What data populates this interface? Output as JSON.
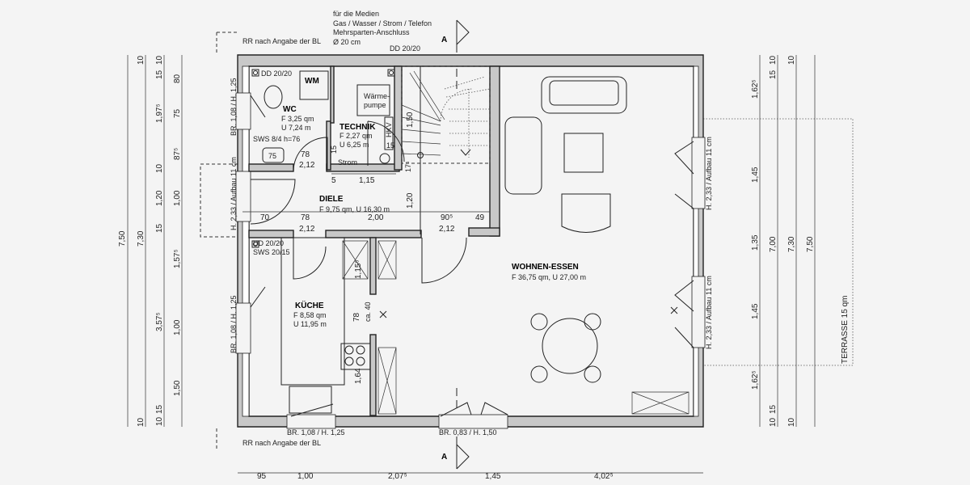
{
  "colors": {
    "paper": "#f4f4f4",
    "line": "#222222",
    "wall_fill": "#c8c8c8"
  },
  "labels": {
    "media_1": "für die Medien",
    "media_2": "Gas / Wasser / Strom / Telefon",
    "media_3": "Mehrsparten-Anschluss",
    "media_4": "Ø 20 cm",
    "rr_top": "RR nach Angabe der BL",
    "rr_bottom": "RR nach Angabe der BL",
    "dd_top": "DD 20/20",
    "dd_wc": "DD 20/20",
    "dd_kitchen": "DD 20/20",
    "sws_kitchen": "SWS 20/15",
    "wm": "WM",
    "wc_name": "WC",
    "wc_area": "F 3,25 qm",
    "wc_perim": "U 7,24 m",
    "sws_wc": "SWS 8/4 h=76",
    "basin": "75",
    "hp1": "Wärme-",
    "hp2": "pumpe",
    "tech_name": "TECHNIK",
    "tech_area": "F 2,27 qm",
    "tech_perim": "U 6,25 m",
    "hkv": "HKV",
    "hkv_15": "15",
    "strom": "Strom",
    "diele_name": "DIELE",
    "diele_info": "F 9,75 qm, U 16,30 m",
    "kitchen_name": "KÜCHE",
    "kitchen_area": "F 8,58 qm",
    "kitchen_perim": "U 11,95 m",
    "living_name": "WOHNEN-ESSEN",
    "living_info": "F 36,75 qm, U 27,00 m",
    "section_top": "A",
    "section_bottom": "A",
    "win_bottom_left": "BR. 1,08 / H. 1,25",
    "win_bottom_mid": "BR. 0,83 / H. 1,50",
    "win_left_top": "BR. 1,08 / H. 1,25",
    "win_left_bottom": "BR. 1,08 / H. 1,25",
    "door_entrance": "H. 2,33 / Aufbau 11 cm",
    "door_right_top": "H. 2,33 / Aufbau 11 cm",
    "door_right_bottom": "H. 2,33 / Aufbau 11 cm",
    "terrace": "TERRASSE 15 qm"
  },
  "dimensions": {
    "b1": "95",
    "b2": "1,00",
    "b3": "2,07⁵",
    "b4": "1,45",
    "b5": "4,02⁵",
    "l750": "7,50",
    "l730": "7,30",
    "l10a": "10",
    "l10b": "10",
    "c3_10a": "10",
    "c3_15a": "15",
    "c3_197": "1,97⁵",
    "c3_10b": "10",
    "c3_120": "1,20",
    "c3_15b": "15",
    "c3_357": "3,57⁵",
    "c3_15c": "15",
    "c3_10c": "10",
    "c4_80": "80",
    "c4_75": "75",
    "c4_875": "87⁵",
    "c4_100a": "1,00",
    "c4_157": "1,57⁵",
    "c4_100b": "1,00",
    "c4_150": "1,50",
    "r_162a": "1,62⁵",
    "r_145a": "1,45",
    "r_135": "1,35",
    "r_145b": "1,45",
    "r_162b": "1,62⁵",
    "r_15a": "15",
    "r_10a": "10",
    "r_10b": "10",
    "r_15b": "15",
    "r_10c": "10",
    "r_10d": "10",
    "r_700": "7,00",
    "r_730": "7,30",
    "r_750": "7,50",
    "wc_78": "78",
    "wc_212": "2,12",
    "tech_5": "5",
    "tech_115": "1,15",
    "tech_15": "15",
    "st_150": "1,50",
    "st_175": "17⁵",
    "d_120": "1,20",
    "h_70": "70",
    "h_78": "78",
    "h_200": "2,00",
    "h_905": "90⁵",
    "h_49": "49",
    "h_212a": "2,12",
    "h_212b": "2,12",
    "k_1155": "1,15⁵",
    "k_78": "78",
    "k_ca40": "ca. 40",
    "k_164": "1,64"
  }
}
